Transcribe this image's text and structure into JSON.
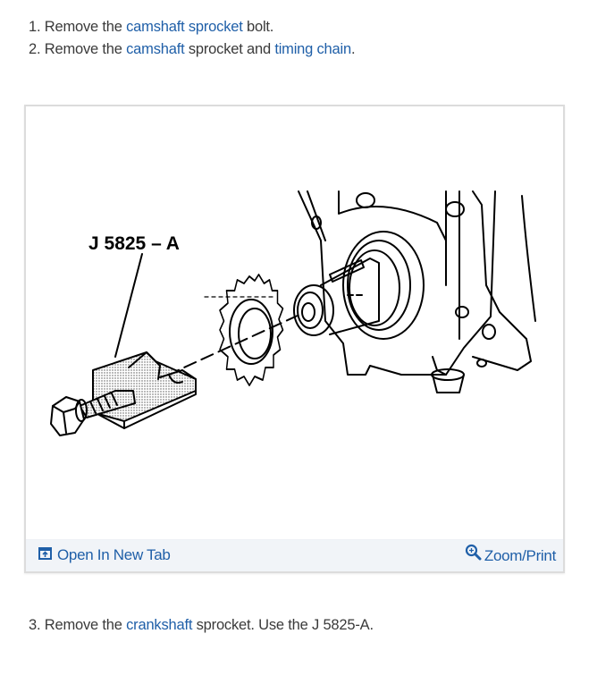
{
  "steps_top": [
    {
      "number": "1.",
      "parts": [
        {
          "text": "Remove the ",
          "link": false
        },
        {
          "text": "camshaft sprocket",
          "link": true
        },
        {
          "text": " bolt.",
          "link": false
        }
      ]
    },
    {
      "number": "2.",
      "parts": [
        {
          "text": "Remove the ",
          "link": false
        },
        {
          "text": "camshaft",
          "link": true
        },
        {
          "text": " sprocket and ",
          "link": false
        },
        {
          "text": "timing chain",
          "link": true
        },
        {
          "text": ".",
          "link": false
        }
      ]
    }
  ],
  "figure": {
    "label": "J 5825 – A",
    "illustration": "crankshaft-sprocket-puller-diagram",
    "footer": {
      "open_new_tab": {
        "label": "Open In New Tab",
        "icon": "open-new-tab-icon"
      },
      "zoom_print": {
        "label": "Zoom/Print",
        "icon": "zoom-in-icon"
      }
    }
  },
  "steps_bottom": [
    {
      "number": "3.",
      "parts": [
        {
          "text": "Remove the ",
          "link": false
        },
        {
          "text": "crankshaft",
          "link": true
        },
        {
          "text": " sprocket. Use the J 5825-A.",
          "link": false
        }
      ]
    }
  ],
  "colors": {
    "link": "#1f5fa8",
    "text": "#3a3a3a",
    "footer_bg": "#f1f4f8",
    "border": "#dcdcdc"
  }
}
